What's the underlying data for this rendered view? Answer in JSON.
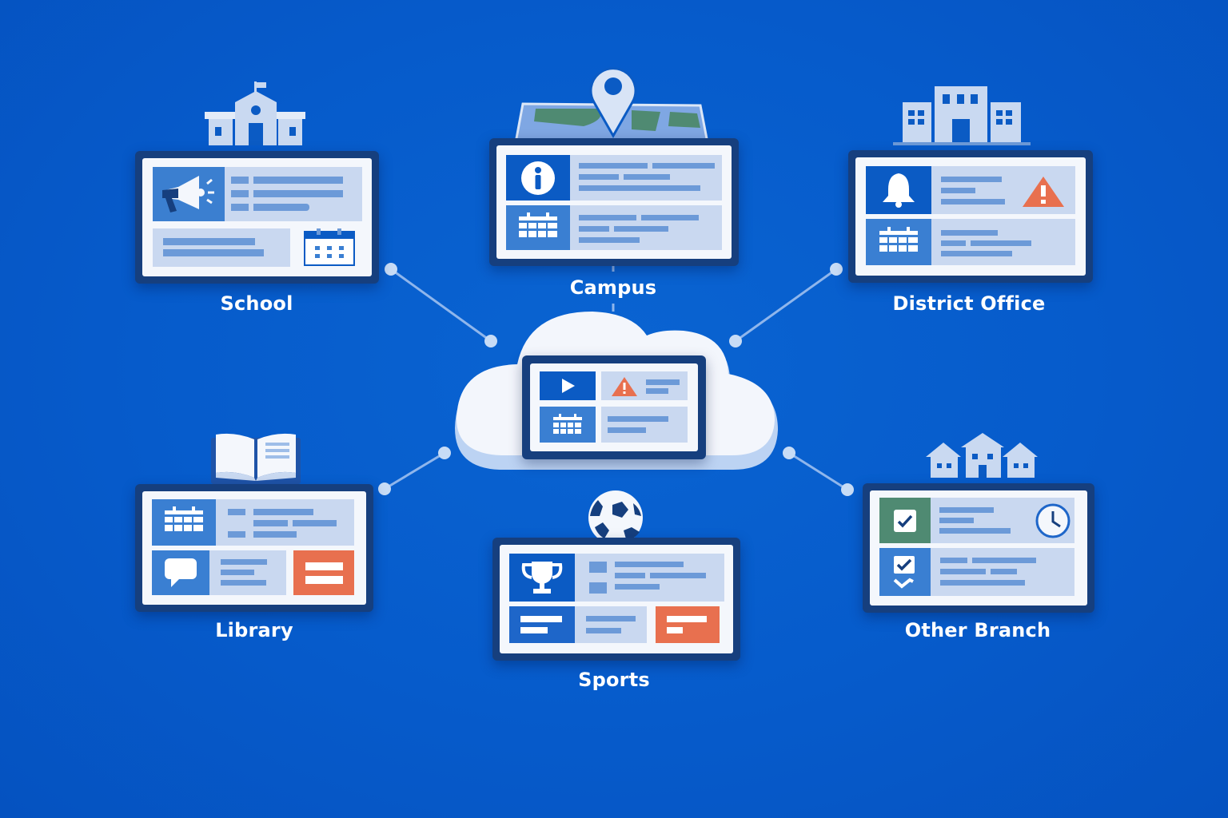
{
  "diagram": {
    "type": "hub-and-spoke",
    "hub": {
      "name": "cloud",
      "description": "Central cloud digital signage hub",
      "screen_tiles": [
        "play-icon",
        "warning-icon",
        "calendar-icon",
        "text-lines"
      ]
    },
    "nodes": [
      {
        "id": "school",
        "label": "School",
        "top_icon": "school-building-icon",
        "tiles": [
          "megaphone-icon",
          "calendar-icon"
        ]
      },
      {
        "id": "campus",
        "label": "Campus",
        "top_icon": "map-pin-icon",
        "tiles": [
          "info-icon",
          "calendar-icon"
        ]
      },
      {
        "id": "district-office",
        "label": "District Office",
        "top_icon": "office-buildings-icon",
        "tiles": [
          "bell-icon",
          "warning-icon",
          "calendar-icon"
        ]
      },
      {
        "id": "library",
        "label": "Library",
        "top_icon": "open-book-icon",
        "tiles": [
          "calendar-icon",
          "chat-bubble-icon",
          "alert-card"
        ]
      },
      {
        "id": "sports",
        "label": "Sports",
        "top_icon": "soccer-ball-icon",
        "tiles": [
          "trophy-icon",
          "text-card",
          "alert-card"
        ]
      },
      {
        "id": "other-branch",
        "label": "Other Branch",
        "top_icon": "houses-icon",
        "tiles": [
          "checkbox-icon",
          "clock-icon",
          "checklist-icon"
        ]
      }
    ],
    "edges": [
      {
        "from": "cloud",
        "to": "school"
      },
      {
        "from": "cloud",
        "to": "campus"
      },
      {
        "from": "cloud",
        "to": "district-office"
      },
      {
        "from": "cloud",
        "to": "library"
      },
      {
        "from": "cloud",
        "to": "sports"
      },
      {
        "from": "cloud",
        "to": "other-branch"
      }
    ]
  },
  "colors": {
    "background": "#065bcb",
    "screen_frame": "#163f7e",
    "screen_face": "#f4f7fc",
    "panel": "#c9d8f0",
    "tile_blue": "#0b5bc4",
    "tile_blue_light": "#3a7fd2",
    "accent_orange": "#e8704f",
    "accent_green": "#4f8a72",
    "line": "#9ec1ef"
  }
}
